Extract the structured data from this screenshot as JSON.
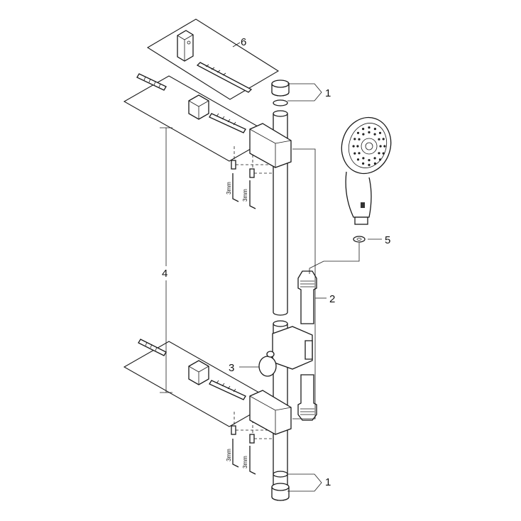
{
  "callouts": {
    "c1_top": "1",
    "c1_bottom": "1",
    "c2": "2",
    "c3": "3",
    "c4": "4",
    "c5": "5",
    "c6": "6"
  },
  "allen_key_label": "3mm"
}
